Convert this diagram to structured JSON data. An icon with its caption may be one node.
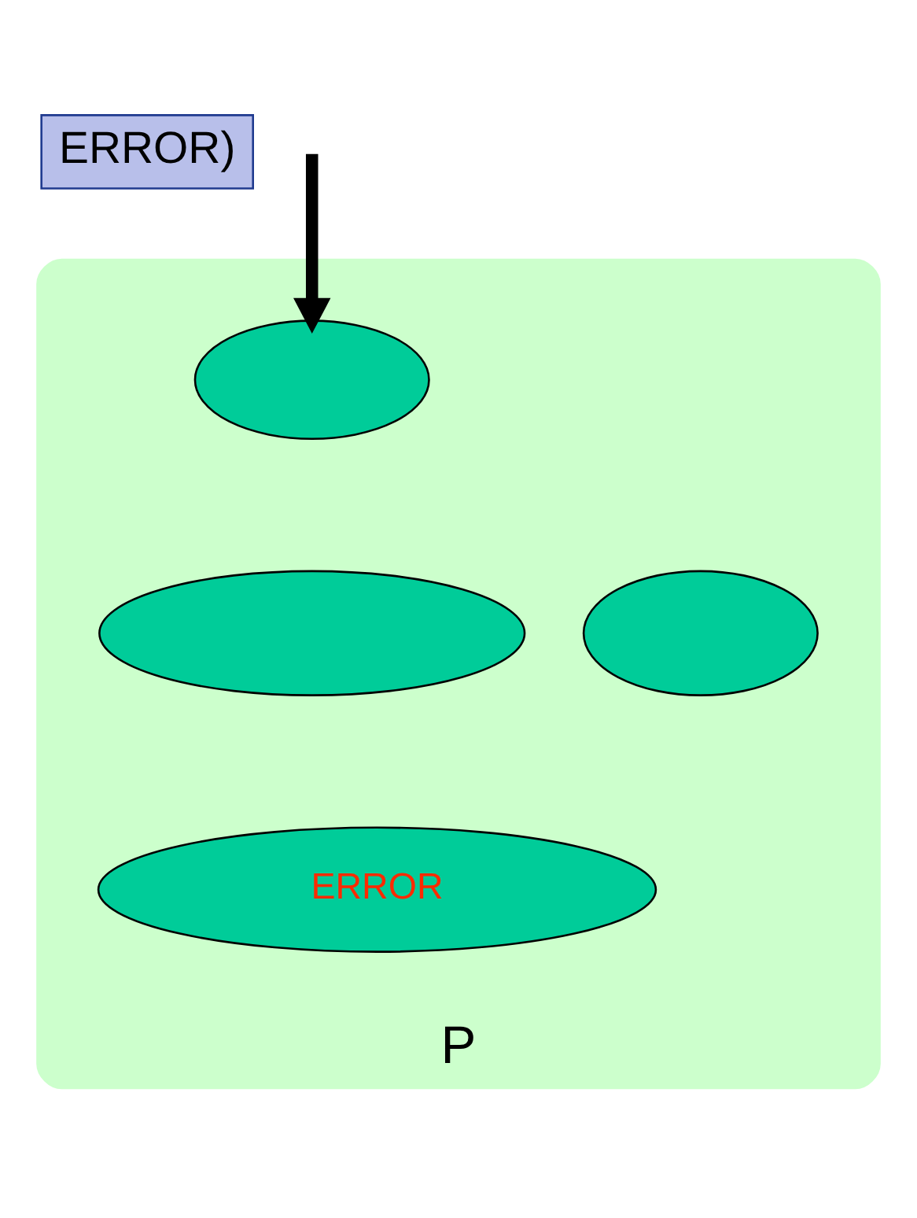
{
  "diagram": {
    "nodes": [
      {
        "text": [
          "ERROR)"
        ]
      },
      {
        "text": [
          "P"
        ]
      },
      {
        "text": [],
        "shape": "ellipse",
        "in": 1
      },
      {
        "text": [],
        "shape": "ellipse",
        "in": 1
      },
      {
        "text": [],
        "shape": "ellipse",
        "in": 1
      },
      {
        "text": [
          "ERROR"
        ],
        "in": 1
      }
    ],
    "edges": [
      {
        "from": null,
        "to": 2,
        "arrow": "to"
      }
    ]
  }
}
